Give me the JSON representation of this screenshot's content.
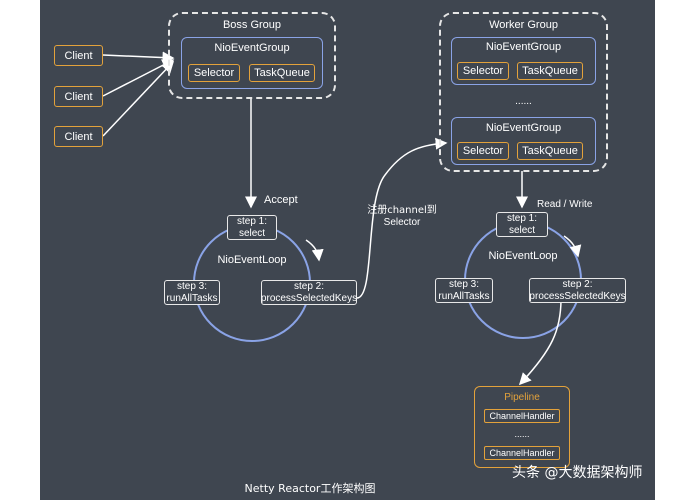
{
  "clients": [
    "Client",
    "Client",
    "Client"
  ],
  "boss": {
    "title": "Boss Group",
    "group": {
      "name": "NioEventGroup",
      "selector": "Selector",
      "queue": "TaskQueue"
    }
  },
  "worker": {
    "title": "Worker Group",
    "group1": {
      "name": "NioEventGroup",
      "selector": "Selector",
      "queue": "TaskQueue"
    },
    "ellipsis": "......",
    "group2": {
      "name": "NioEventGroup",
      "selector": "Selector",
      "queue": "TaskQueue"
    }
  },
  "labels": {
    "accept": "Accept",
    "register_line1": "注册channel到",
    "register_line2": "Selector",
    "read_write": "Read / Write"
  },
  "boss_loop": {
    "name": "NioEventLoop",
    "step1": {
      "l1": "step 1:",
      "l2": "select"
    },
    "step2": {
      "l1": "step 2:",
      "l2": "processSelectedKeys"
    },
    "step3": {
      "l1": "step 3:",
      "l2": "runAllTasks"
    }
  },
  "worker_loop": {
    "name": "NioEventLoop",
    "step1": {
      "l1": "step 1:",
      "l2": "select"
    },
    "step2": {
      "l1": "step 2:",
      "l2": "processSelectedKeys"
    },
    "step3": {
      "l1": "step 3:",
      "l2": "runAllTasks"
    }
  },
  "pipeline": {
    "title": "Pipeline",
    "handler1": "ChannelHandler",
    "ellipsis": "......",
    "handler2": "ChannelHandler"
  },
  "caption": "Netty Reactor工作架构图",
  "watermark": "头条 @大数据架构师",
  "colors": {
    "background": "#3f4650",
    "accent": "#e3a23b",
    "loop": "#8aa3e6"
  }
}
